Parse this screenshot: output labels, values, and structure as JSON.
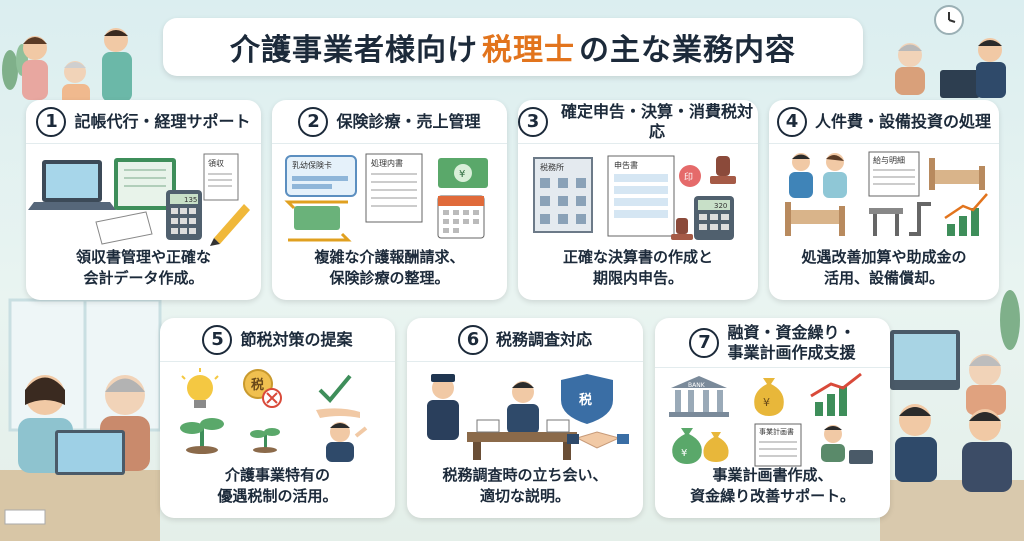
{
  "title": {
    "prefix": "介護事業者様向け",
    "accent": "税理士",
    "suffix": "の主な業務内容"
  },
  "cards": [
    {
      "number": "1",
      "title": "記帳代行・経理サポート",
      "desc": [
        "領収書管理や正確な",
        "会計データ作成。"
      ]
    },
    {
      "number": "2",
      "title": "保険診療・売上管理",
      "desc": [
        "複雑な介護報酬請求、",
        "保険診療の整理。"
      ]
    },
    {
      "number": "3",
      "title": "確定申告・決算・消費税対応",
      "desc": [
        "正確な決算書の作成と",
        "期限内申告。"
      ]
    },
    {
      "number": "4",
      "title": "人件費・設備投資の処理",
      "desc": [
        "処遇改善加算や助成金の",
        "活用、設備償却。"
      ]
    },
    {
      "number": "5",
      "title": "節税対策の提案",
      "desc": [
        "介護事業特有の",
        "優遇税制の活用。"
      ]
    },
    {
      "number": "6",
      "title": "税務調査対応",
      "desc": [
        "税務調査時の立ち会い、",
        "適切な説明。"
      ]
    },
    {
      "number": "7",
      "title_lines": [
        "融資・資金繰り・",
        "事業計画作成支援"
      ],
      "desc": [
        "事業計画書作成、",
        "資金繰り改善サポート。"
      ]
    }
  ],
  "illustration_labels": {
    "receipt": "領収",
    "insurance_card": "乳幼保険卡",
    "record": "処理内書",
    "yen": "¥",
    "tax_office": "税務所",
    "filing": "申告書",
    "stamp": "印",
    "calc_display_1": "135",
    "calc_display_2": "320",
    "payslip": "給与明細",
    "tax_coin": "税",
    "tax_shield": "税",
    "bank": "BANK",
    "business_plan": "事業計画書"
  },
  "colors": {
    "accent": "#e2741d",
    "text": "#1c2a3a",
    "green": "#3e8e5a",
    "blue": "#3a6ea5"
  }
}
